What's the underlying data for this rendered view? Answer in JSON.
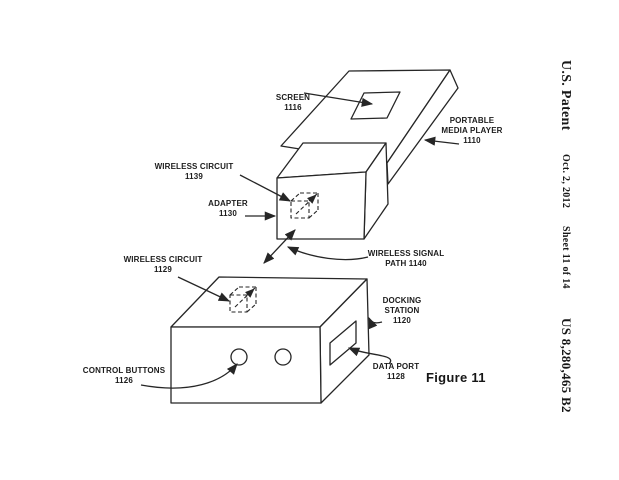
{
  "page": {
    "background_color": "#ffffff",
    "ink_color": "#262626"
  },
  "header": {
    "patent_office": "U.S. Patent",
    "date": "Oct. 2, 2012",
    "sheet": "Sheet 11 of 14",
    "patent_number": "US 8,280,465 B2"
  },
  "figure": {
    "caption": "Figure 11",
    "labels": {
      "screen": "SCREEN\n1116",
      "portable_media_player": "PORTABLE\nMEDIA PLAYER\n1110",
      "wireless_circuit_adapter": "WIRELESS CIRCUIT\n1139",
      "adapter": "ADAPTER\n1130",
      "wireless_signal_path": "WIRELESS SIGNAL\nPATH 1140",
      "wireless_circuit_dock": "WIRELESS CIRCUIT\n1129",
      "docking_station": "DOCKING\nSTATION\n1120",
      "data_port": "DATA PORT\n1128",
      "control_buttons": "CONTROL BUTTONS\n1126"
    }
  }
}
